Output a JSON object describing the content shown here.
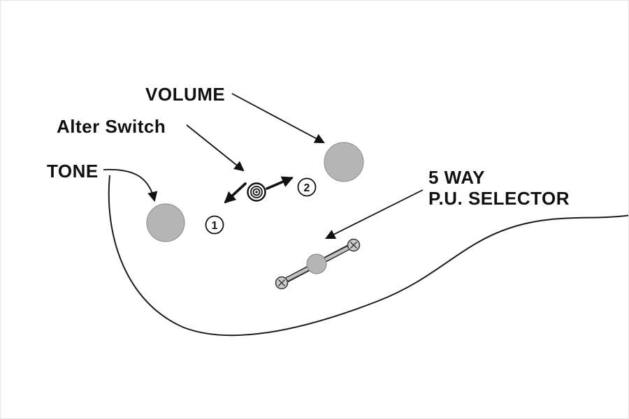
{
  "diagram": {
    "labels": {
      "volume": "VOLUME",
      "alter_switch": "Alter Switch",
      "tone": "TONE",
      "pu_selector_line1": "5 WAY",
      "pu_selector_line2": "P.U. SELECTOR"
    },
    "positions": {
      "one": "1",
      "two": "2"
    },
    "colors": {
      "knob_fill": "#b5b5b5",
      "knob_stroke": "#8a8a8a",
      "line": "#111111",
      "background": "#ffffff"
    }
  }
}
